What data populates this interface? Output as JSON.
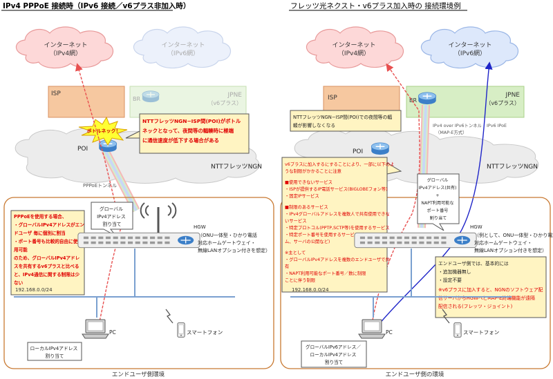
{
  "left": {
    "title": "IPv4 PPPoE 接続時（IPv6 接続／v6プラス非加入時）",
    "internet_v4": [
      "インターネット",
      "（IPv4網）"
    ],
    "internet_v6": [
      "インターネット",
      "（IPv6網）"
    ],
    "isp": "ISP",
    "br": "BR",
    "jpne": [
      "JPNE",
      "（v6プラス）"
    ],
    "bottleneck": "ボトルネック！",
    "callout": [
      "NTTフレッツNGN−ISP間(POI)がボトル",
      "ネックとなって、夜間等の輻輳時に極端",
      "に通信速度が低下する場合がある"
    ],
    "poi": "POI",
    "ngn": "NTTフレッツNGN",
    "pppoe_tunnel": "PPPoEトンネル",
    "note_pppoe": [
      "PPPoEを使用する場合、",
      "・グローバルIPv4アドレスがエン",
      "ドユーザ 毎に個別に割当",
      "・ポート番号も比較的自由に使",
      "用可能",
      "のため、グローバルIPv4アドレ",
      "スを共有するv6プラスと比べる",
      "と、IPv4通信に関する制限は少",
      "ない"
    ],
    "global_ipv4_assign": [
      "グローバル",
      "IPv4アドレス",
      "割り当て"
    ],
    "hgw": [
      "HGW",
      "（ONU一体型・ひかり電話",
      "対応ホームゲートウェイ・",
      "無線LANオプション付きを想定）"
    ],
    "lan": "192.168.0.0/24",
    "smartphone": "スマートフォン",
    "pc": "PC",
    "local_ipv4_assign": [
      "ローカルIPv4アドレス",
      "割り当て"
    ],
    "env": "エンドユーザ側環境"
  },
  "right": {
    "title": "フレッツ光ネクスト・v6プラス加入時の 接続環境例",
    "internet_v4": [
      "インターネット",
      "（IPv4網）"
    ],
    "internet_v6": [
      "インターネット",
      "（IPv6網）"
    ],
    "isp": "ISP",
    "br": "BR",
    "jpne": [
      "JPNE",
      "（v6プラス）"
    ],
    "callout_poi": [
      "NTTフレッツNGN−ISP間(POI)での夜間等の輻",
      "輳が影響しなくなる"
    ],
    "tunnel": [
      "IPv4 over IPv6トンネル",
      "（MAP-E方式）"
    ],
    "ipoe": "IPv6 IPoE",
    "poi": "POI",
    "ngn": "NTTフレッツNGN",
    "v6plus_note_title": [
      "v6プラスに加入するにすることにより、一部に以下のよ",
      "うな制限がかかることに注意"
    ],
    "v6plus_note": [
      "■使用できないサービス",
      "・ISPが提供するIP電話サービス(BIGLOBEフォン等)",
      "・固定IPサービス",
      "",
      "■制限のあるサービス",
      "・IPv4グローバルアドレスを複数人で共有使用できな",
      "いサービス",
      "・特定プロトコル(PPTP,SCTP等)を使用するサービス",
      "・特定ポート番号を使用するサービス(オンラインゲー",
      "ム、サーバの公開など)",
      "",
      "※主として",
      "・グローバルIPv4アドレスを複数のエンドユーザで共",
      "有",
      "・NAPT利用可能なポート番号／数に制限",
      "ことに伴う制限"
    ],
    "global_shared": [
      "グローバル",
      "IPv4アドレス(共有)",
      "+",
      "NAPT利用可能な",
      "ポート番号",
      "割り当て"
    ],
    "hgw": [
      "HGW",
      "（例として、ONU一体型・ひかり電話",
      "対応ホームゲートウェイ・",
      "無線LANオプション付きを想定）"
    ],
    "enduser_note": [
      "エンドユーザ側では、基本的には",
      "・追加機器無し",
      "・設定不要",
      "※v6プラスに加入すると、NGNのソフトウェア配",
      "信サーバからHGWへとMAP-E終端機能が遠隔",
      "配信される(フレッツ・ジョイント)"
    ],
    "lan": "192.168.0.0/24",
    "smartphone": "スマートフォン",
    "pc": "PC",
    "global_ipv6_local": [
      "グローバルIPv6アドレス／",
      "ローカルIPv4アドレス",
      "割り当て"
    ],
    "env": "エンドユーザ側の環境"
  },
  "colors": {
    "cloud_v4_fill": "#fdd8d8",
    "cloud_v4_stroke": "#e89a9a",
    "cloud_v6_fill": "#dde8fb",
    "cloud_v6_stroke": "#9ab6e6",
    "isp_fill": "#f6c8a0",
    "jpne_fill": "#d7eec5",
    "note_fill": "#fff4c2",
    "note_red": "#ff0000",
    "arrow_red": "#e85050",
    "arrow_blue": "#1e24c8",
    "env_stroke": "#c87830"
  }
}
